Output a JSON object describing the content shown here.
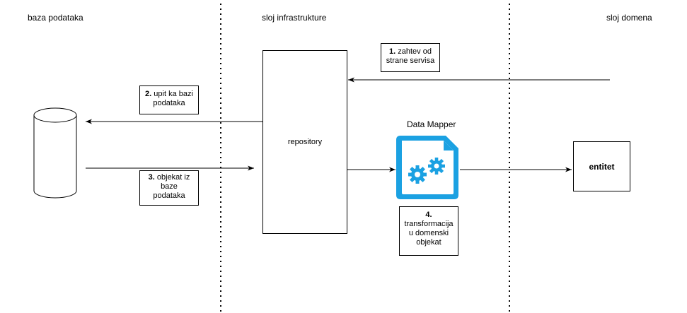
{
  "layers": {
    "database": "baza podataka",
    "infrastructure": "sloj infrastrukture",
    "domain": "sloj domena"
  },
  "repository": {
    "label": "repository"
  },
  "mapper": {
    "title": "Data Mapper",
    "icon": "data-mapper-gear-icon",
    "color": "#1BA1E2"
  },
  "entity": {
    "label": "entitet"
  },
  "steps": {
    "s1": {
      "num": "1.",
      "text_a": " zahtev od",
      "text_b": "strane servisa"
    },
    "s2": {
      "num": "2.",
      "text_a": " upit ka bazi",
      "text_b": "podataka"
    },
    "s3": {
      "num": "3.",
      "text_a": " objekat iz",
      "text_b": "baze",
      "text_c": "podataka"
    },
    "s4": {
      "num": "4.",
      "text_a": "transformacija",
      "text_b": "u domenski",
      "text_c": "objekat"
    }
  }
}
